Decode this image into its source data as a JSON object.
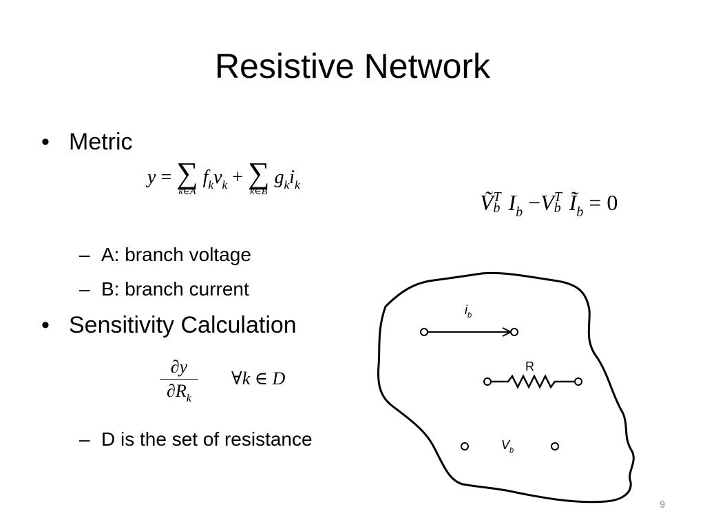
{
  "slide": {
    "title": "Resistive Network",
    "page_number": "9"
  },
  "bullets": {
    "metric": {
      "marker": "•",
      "label": "Metric"
    },
    "metric_a": {
      "marker": "–",
      "label": "A: branch voltage"
    },
    "metric_b": {
      "marker": "–",
      "label": "B: branch current"
    },
    "sensitivity": {
      "marker": "•",
      "label": "Sensitivity Calculation"
    },
    "sensitivity_d": {
      "marker": "–",
      "label": "D is the set of resistance"
    }
  },
  "formulas": {
    "metric": {
      "y": "y",
      "eq": "=",
      "sum1_lim": "k∈A",
      "f": "f",
      "f_sub": "k",
      "v": "v",
      "v_sub": "k",
      "plus": "+",
      "sum2_lim": "k∈B",
      "g": "g",
      "g_sub": "k",
      "i": "i",
      "i_sub": "k"
    },
    "tellegen": {
      "V1": "Ṽ",
      "V1_sup": "T",
      "V1_sub": "b",
      "I1": "I",
      "I1_sub": "b",
      "minus": "−",
      "V2": "V",
      "V2_sup": "T",
      "V2_sub": "b",
      "I2": "Ĩ",
      "I2_sub": "b",
      "rhs": "= 0"
    },
    "sensitivity": {
      "numerator": "∂y",
      "denominator": "∂R",
      "den_sub": "k",
      "forall": "∀k ∈ D"
    }
  },
  "diagram": {
    "current_label": "i",
    "current_sub": "b",
    "resistor_label": "R",
    "voltage_label": "V",
    "voltage_sub": "b"
  }
}
